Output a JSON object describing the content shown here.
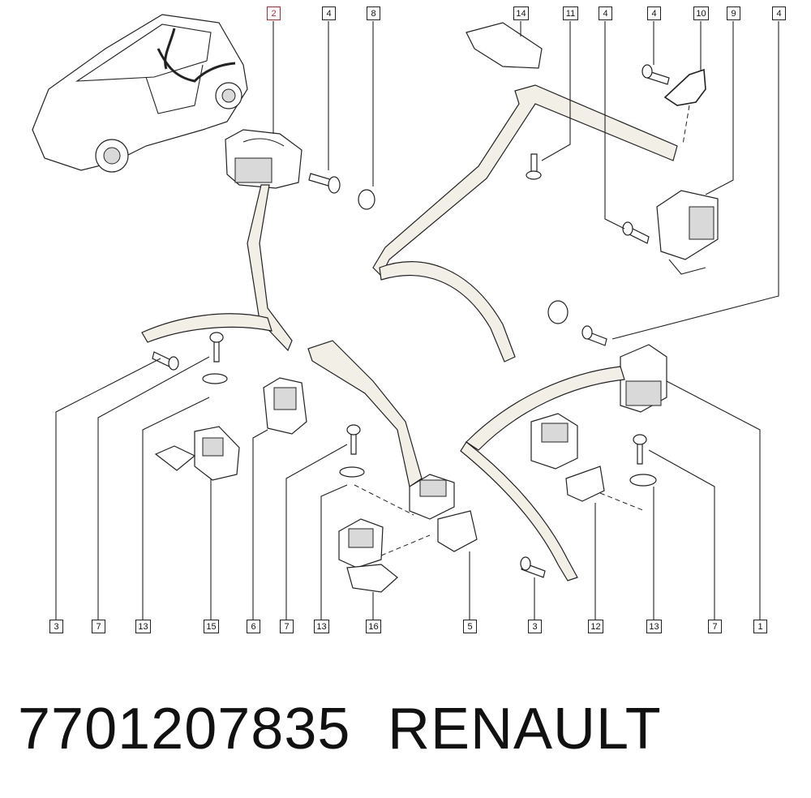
{
  "callouts": {
    "top": [
      "2",
      "4",
      "8",
      "14",
      "11",
      "4",
      "4",
      "10",
      "9",
      "4"
    ],
    "bottom": [
      "3",
      "7",
      "13",
      "15",
      "6",
      "7",
      "13",
      "16",
      "5",
      "3",
      "12",
      "13",
      "7",
      "1"
    ]
  },
  "footer": {
    "part_number": "7701207835",
    "brand": "RENAULT"
  },
  "colors": {
    "highlight": "#d0202a",
    "line": "#222222"
  }
}
